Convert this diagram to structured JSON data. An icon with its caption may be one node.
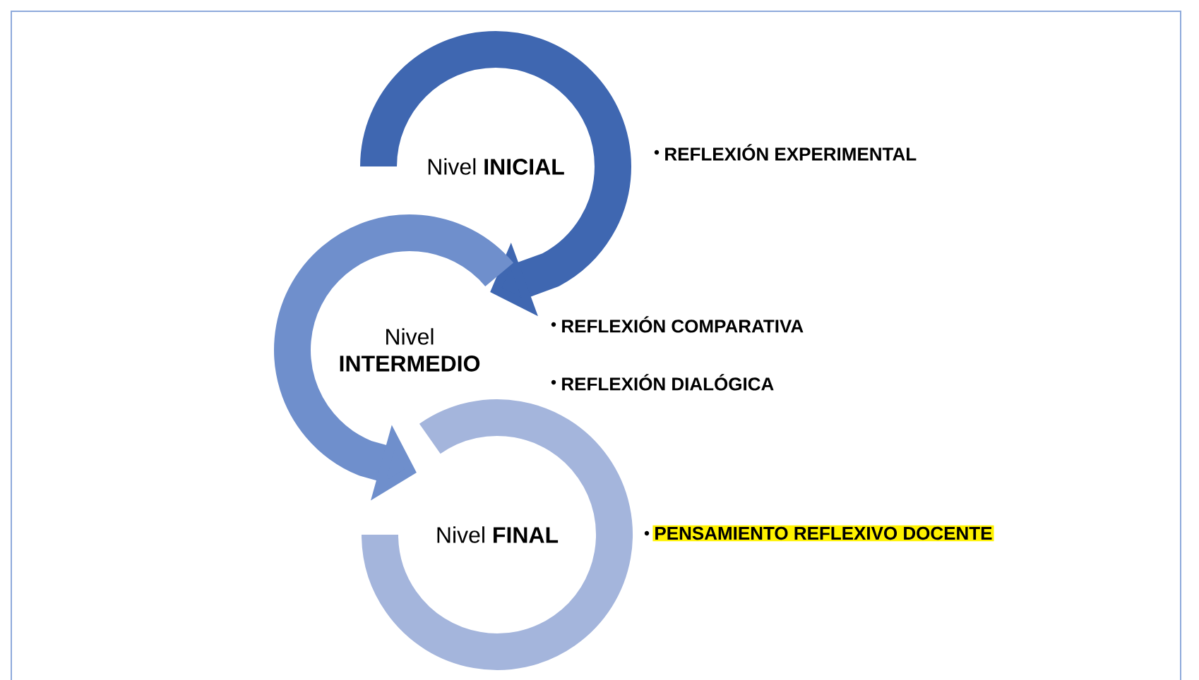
{
  "diagram": {
    "nodes": [
      {
        "text": [
          "Nivel **INICIAL**"
        ]
      },
      {
        "text": [
          "Nivel **INTERMEDIO**"
        ]
      },
      {
        "text": [
          "Nivel **FINAL**"
        ]
      }
    ],
    "edges": [
      {
        "from": 0,
        "to": 1,
        "arrow": "to",
        "color": "#3f67b1"
      },
      {
        "from": 1,
        "to": 2,
        "arrow": "to",
        "color": "#6f8fcc"
      }
    ],
    "labels": [
      "REFLEXIÓN EXPERIMENTAL",
      "REFLEXIÓN COMPARATIVA",
      "REFLEXIÓN DIALÓGICA",
      "PENSAMIENTO REFLEXIVO DOCENTE"
    ]
  }
}
